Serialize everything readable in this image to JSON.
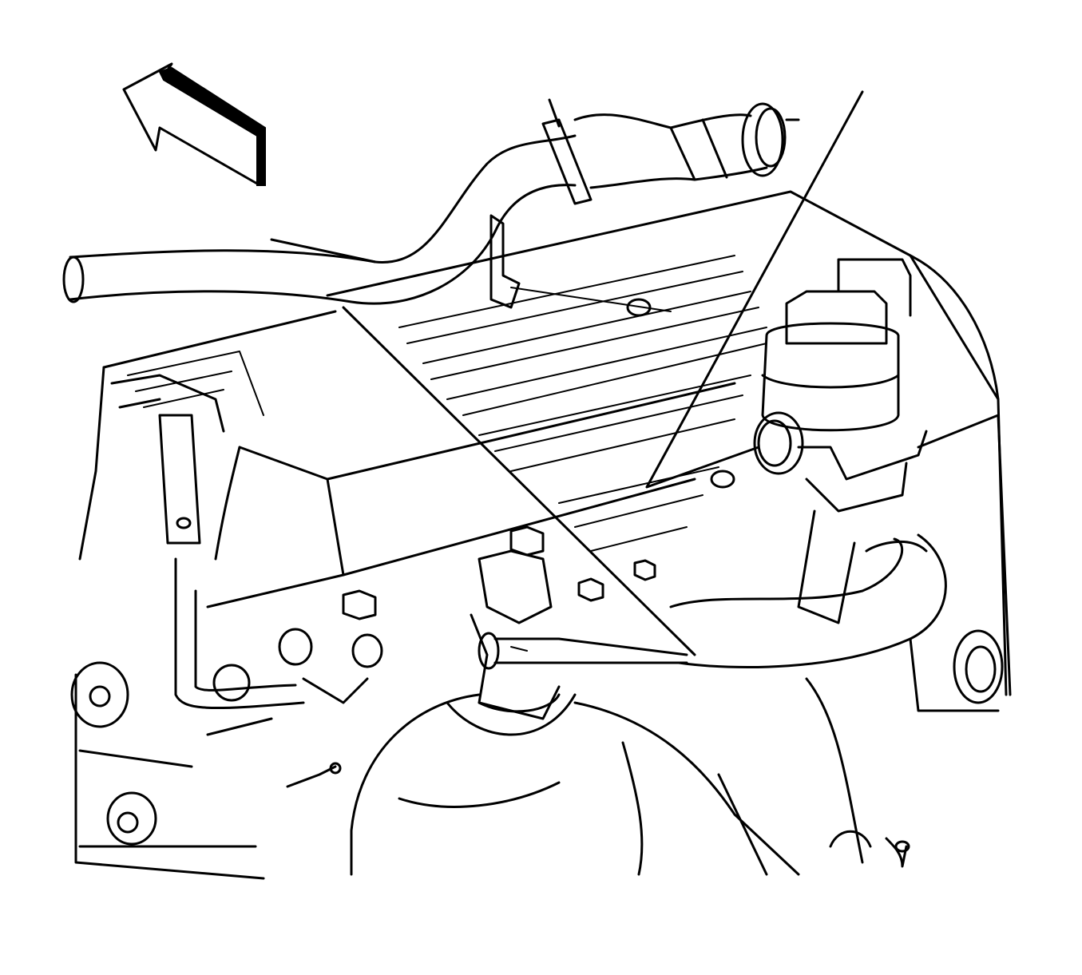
{
  "diagram": {
    "type": "line-art",
    "style": "black ink on white",
    "subject": "engine-top-assembly",
    "colors": {
      "ink": "#000000",
      "paper": "#ffffff"
    },
    "icons": [
      "direction-arrow-icon"
    ],
    "labels": []
  }
}
